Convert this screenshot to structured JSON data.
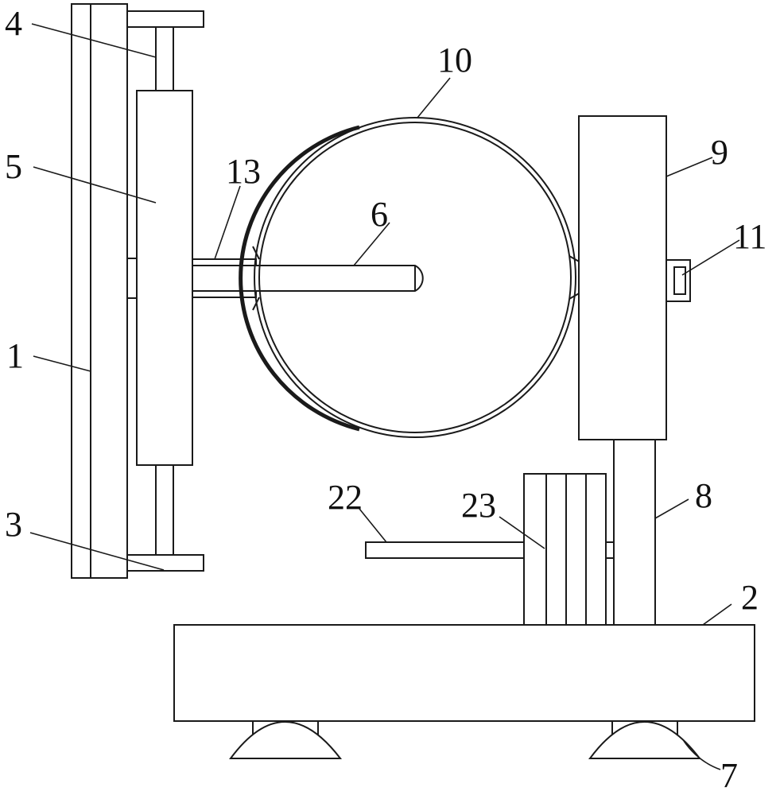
{
  "labels": {
    "l1": "1",
    "l2": "2",
    "l3": "3",
    "l4": "4",
    "l5": "5",
    "l6": "6",
    "l7": "7",
    "l8": "8",
    "l9": "9",
    "l10": "10",
    "l11": "11",
    "l13": "13",
    "l22": "22",
    "l23": "23"
  },
  "colors": {
    "stroke": "#1a1a1a",
    "background": "#ffffff"
  }
}
